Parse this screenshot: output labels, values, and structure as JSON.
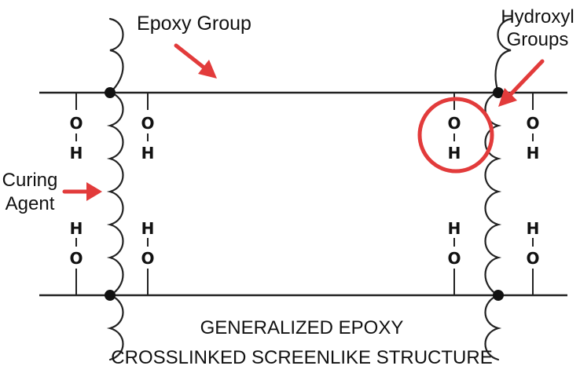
{
  "labels": {
    "epoxy_group": "Epoxy Group",
    "hydroxyl_line1": "Hydroxyl",
    "hydroxyl_line2": "Groups",
    "curing_line1": "Curing",
    "curing_line2": "Agent",
    "title_line1": "GENERALIZED EPOXY",
    "title_line2": "CROSSLINKED SCREENLIKE STRUCTURE"
  },
  "atoms": {
    "oxygen": "O",
    "hydrogen": "H"
  },
  "colors": {
    "accent": "#e23b3b",
    "ink": "#222222",
    "background": "#ffffff"
  }
}
